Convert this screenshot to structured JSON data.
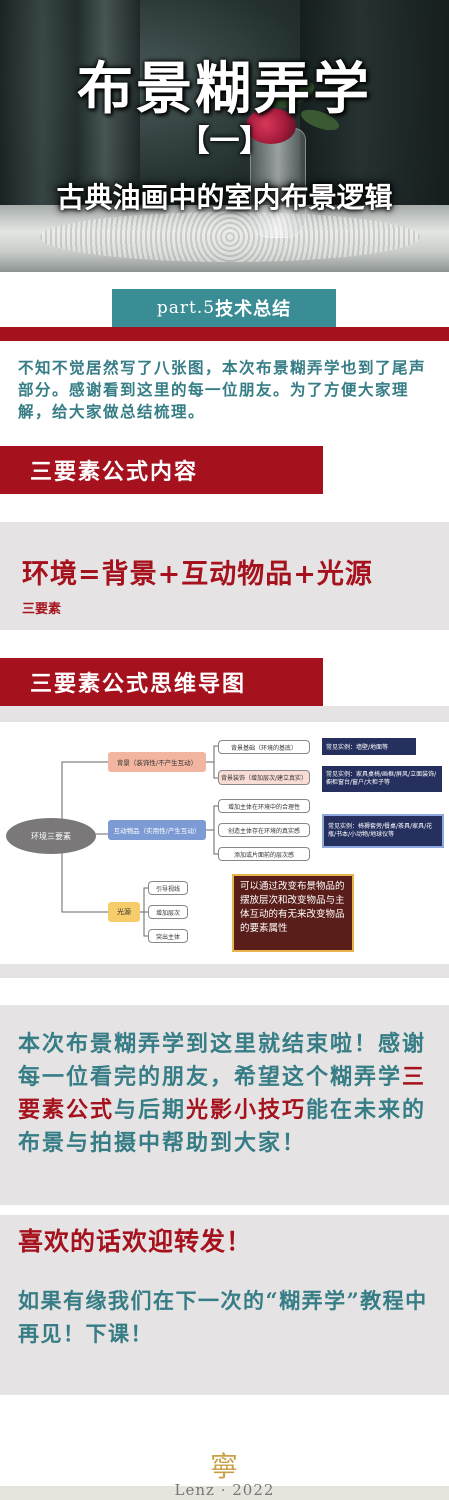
{
  "hero": {
    "title": "布景糊弄学",
    "part": "【一】",
    "subtitle": "古典油画中的室内布景逻辑"
  },
  "part_label_latin": "part.5",
  "part_label_cn": "技术总结",
  "intro": "不知不觉居然写了八张图，本次布景糊弄学也到了尾声部分。感谢看到这里的每一位朋友。为了方便大家理解，给大家做总结梳理。",
  "section1_title": "三要素公式内容",
  "formula": "环境=背景+互动物品+光源",
  "formula_note": "三要素",
  "section2_title": "三要素公式思维导图",
  "mindmap": {
    "root": "环境三要素",
    "branch_bg": "背景（装饰性/不产生互动）",
    "bg_1": "背景基础（环境的基底）",
    "bg_2": "背景装饰（增加层次/建立真实）",
    "ex_1": "常见实例：墙壁/地面等",
    "ex_2": "常见实例：家具桌椅/画框/屏风/立面装饰/橱柜窗台/窗户/大柜子等",
    "branch_obj": "互动物品（实用性/产生互动）",
    "obj_1": "增加主体在环境中的合理性",
    "obj_2": "创造主体存在环境的真实感",
    "obj_3": "添加或片面前的层次感",
    "ex_3": "常见实例：椅褥套旁/餐桌/茶具/家具/花瓶/书本/小动物/地球仪等",
    "branch_light": "光源",
    "light_1": "引导视线",
    "light_2": "增加层次",
    "light_3": "突出主体",
    "note": "可以通过改变布景物品的摆放层次和改变物品与主体互动的有无来改变物品的要素属性"
  },
  "closing_a": "本次布景糊弄学到这里就结束啦！感谢每一位看完的朋友，希望这个糊弄学",
  "closing_b": "三要素公式",
  "closing_c": "与后期",
  "closing_d": "光影小技巧",
  "closing_e": "能在未来的布景与拍摄中帮助到大家！",
  "like": "喜欢的话欢迎转发！",
  "bye": "如果有缘我们在下一次的“糊弄学”教程中再见！下课！",
  "seal": "寧",
  "signature": "Lenz · 2022",
  "colors": {
    "red": "#a5121d",
    "teal": "#367d86",
    "gray": "#e5e3e3"
  }
}
